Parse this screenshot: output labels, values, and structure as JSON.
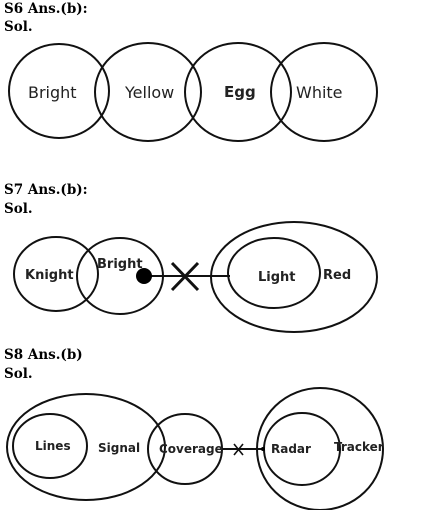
{
  "sections": [
    {
      "answer": "S6 Ans.(b):",
      "sol": "Sol.",
      "labels": {
        "bright": "Bright",
        "yellow": "Yellow",
        "egg": "Egg",
        "white": "White"
      }
    },
    {
      "answer": "S7 Ans.(b):",
      "sol": "Sol.",
      "labels": {
        "knight": "Knight",
        "bright": "Bright",
        "light": "Light",
        "red": "Red"
      }
    },
    {
      "answer": "S8 Ans.(b)",
      "sol": "Sol.",
      "labels": {
        "lines": "Lines",
        "signal": "Signal",
        "coverage": "Coverage",
        "radar": "Radar",
        "tracker": "Tracker"
      }
    }
  ]
}
